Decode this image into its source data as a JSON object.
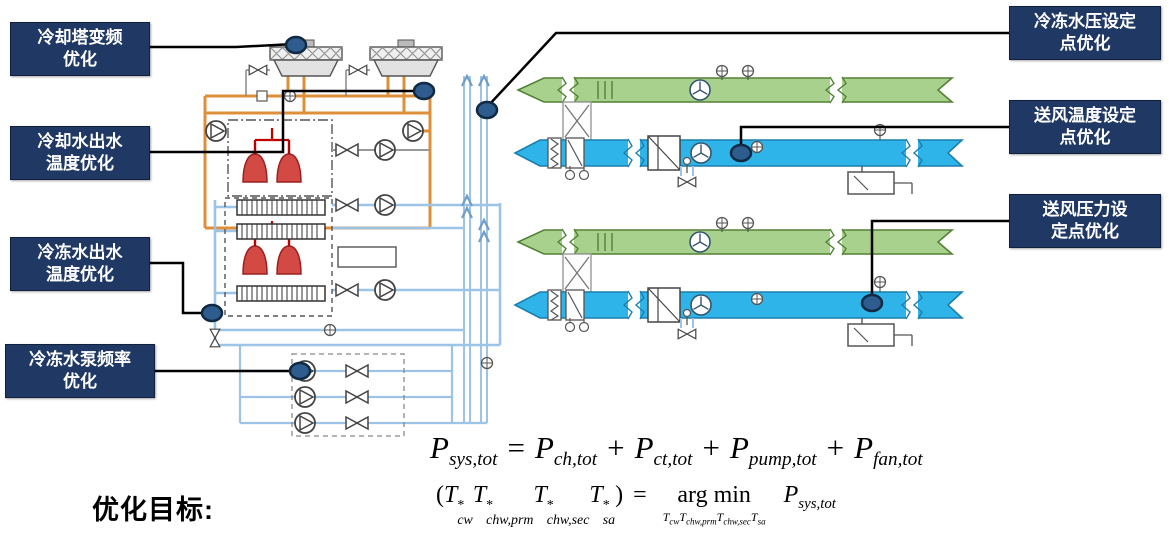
{
  "callouts": {
    "left": [
      {
        "label": "冷却塔变频\n优化"
      },
      {
        "label": "冷却水出水\n温度优化"
      },
      {
        "label": "冷冻水出水\n温度优化"
      },
      {
        "label": "冷冻水泵频率\n优化"
      }
    ],
    "right": [
      {
        "label": "冷冻水压设定\n点优化"
      },
      {
        "label": "送风温度设定\n点优化"
      },
      {
        "label": "送风压力设\n定点优化"
      }
    ]
  },
  "objective": {
    "label": "优化目标:"
  },
  "formula1": {
    "lhs": {
      "base": "P",
      "sub": "sys,tot"
    },
    "eq": "=",
    "plus": "+",
    "terms": [
      {
        "base": "P",
        "sub": "ch,tot"
      },
      {
        "base": "P",
        "sub": "ct,tot"
      },
      {
        "base": "P",
        "sub": "pump,tot"
      },
      {
        "base": "P",
        "sub": "fan,tot"
      }
    ]
  },
  "formula2": {
    "open": "(",
    "close": ")",
    "eq": "=",
    "lhs_terms": [
      {
        "base": "T",
        "sup": "*",
        "sub": "cw"
      },
      {
        "base": "T",
        "sup": "*",
        "sub": "chw,prm"
      },
      {
        "base": "T",
        "sup": "*",
        "sub": "chw,sec"
      },
      {
        "base": "T",
        "sup": "*",
        "sub": "sa"
      }
    ],
    "argmin": "arg min",
    "argmin_under": [
      {
        "base": "T",
        "sub": "cw"
      },
      {
        "base": "T",
        "sub": "chw,prm"
      },
      {
        "base": "T",
        "sub": "chw,sec"
      },
      {
        "base": "T",
        "sub": "sa"
      }
    ],
    "rhs": {
      "base": "P",
      "sub": "sys,tot"
    }
  },
  "colors": {
    "callout_bg": "#1F3864",
    "callout_text": "#FFFFFF",
    "condenser_pipe": "#DD8F3A",
    "chilled_pipe": "#9DC3E6",
    "supply_duct": "#2FB4E9",
    "return_duct": "#A9D18E",
    "chiller_red": "#C00000",
    "connector_dot": "#2E5C8E"
  }
}
